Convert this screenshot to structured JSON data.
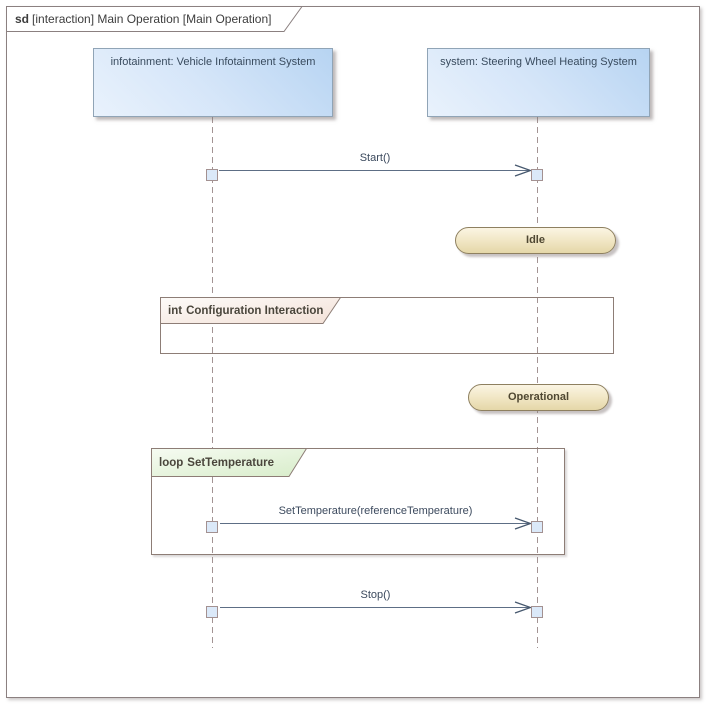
{
  "diagram": {
    "frame": {
      "keyword": "sd",
      "title": "[interaction] Main Operation [Main Operation]"
    },
    "lifelines": [
      {
        "name": "infotainment",
        "label": "infotainment: Vehicle Infotainment System"
      },
      {
        "name": "system",
        "label": "system: Steering Wheel Heating System"
      }
    ],
    "messages": [
      {
        "label": "Start()",
        "from": "infotainment",
        "to": "system"
      },
      {
        "label": "SetTemperature(referenceTemperature)",
        "from": "infotainment",
        "to": "system"
      },
      {
        "label": "Stop()",
        "from": "infotainment",
        "to": "system"
      }
    ],
    "states": [
      {
        "label": "Idle"
      },
      {
        "label": "Operational"
      }
    ],
    "fragments": [
      {
        "operator": "int",
        "name": "Configuration Interaction"
      },
      {
        "operator": "loop",
        "name": "SetTemperature"
      }
    ],
    "colors": {
      "frame_border": "#8b8080",
      "lifeline_head_fill": "#b7d4f2",
      "lifeline_head_border": "#90a4b6",
      "lifeline_dash": "#a39494",
      "message_line": "#5d6e85",
      "endpoint_fill": "#dbe9f9",
      "state_fill_bottom": "#e5d7a8",
      "state_border": "#8e8060",
      "fragment_border": "#8d7d76",
      "int_label_fill": "#f3e1d7",
      "loop_label_fill": "#d8edca"
    }
  }
}
